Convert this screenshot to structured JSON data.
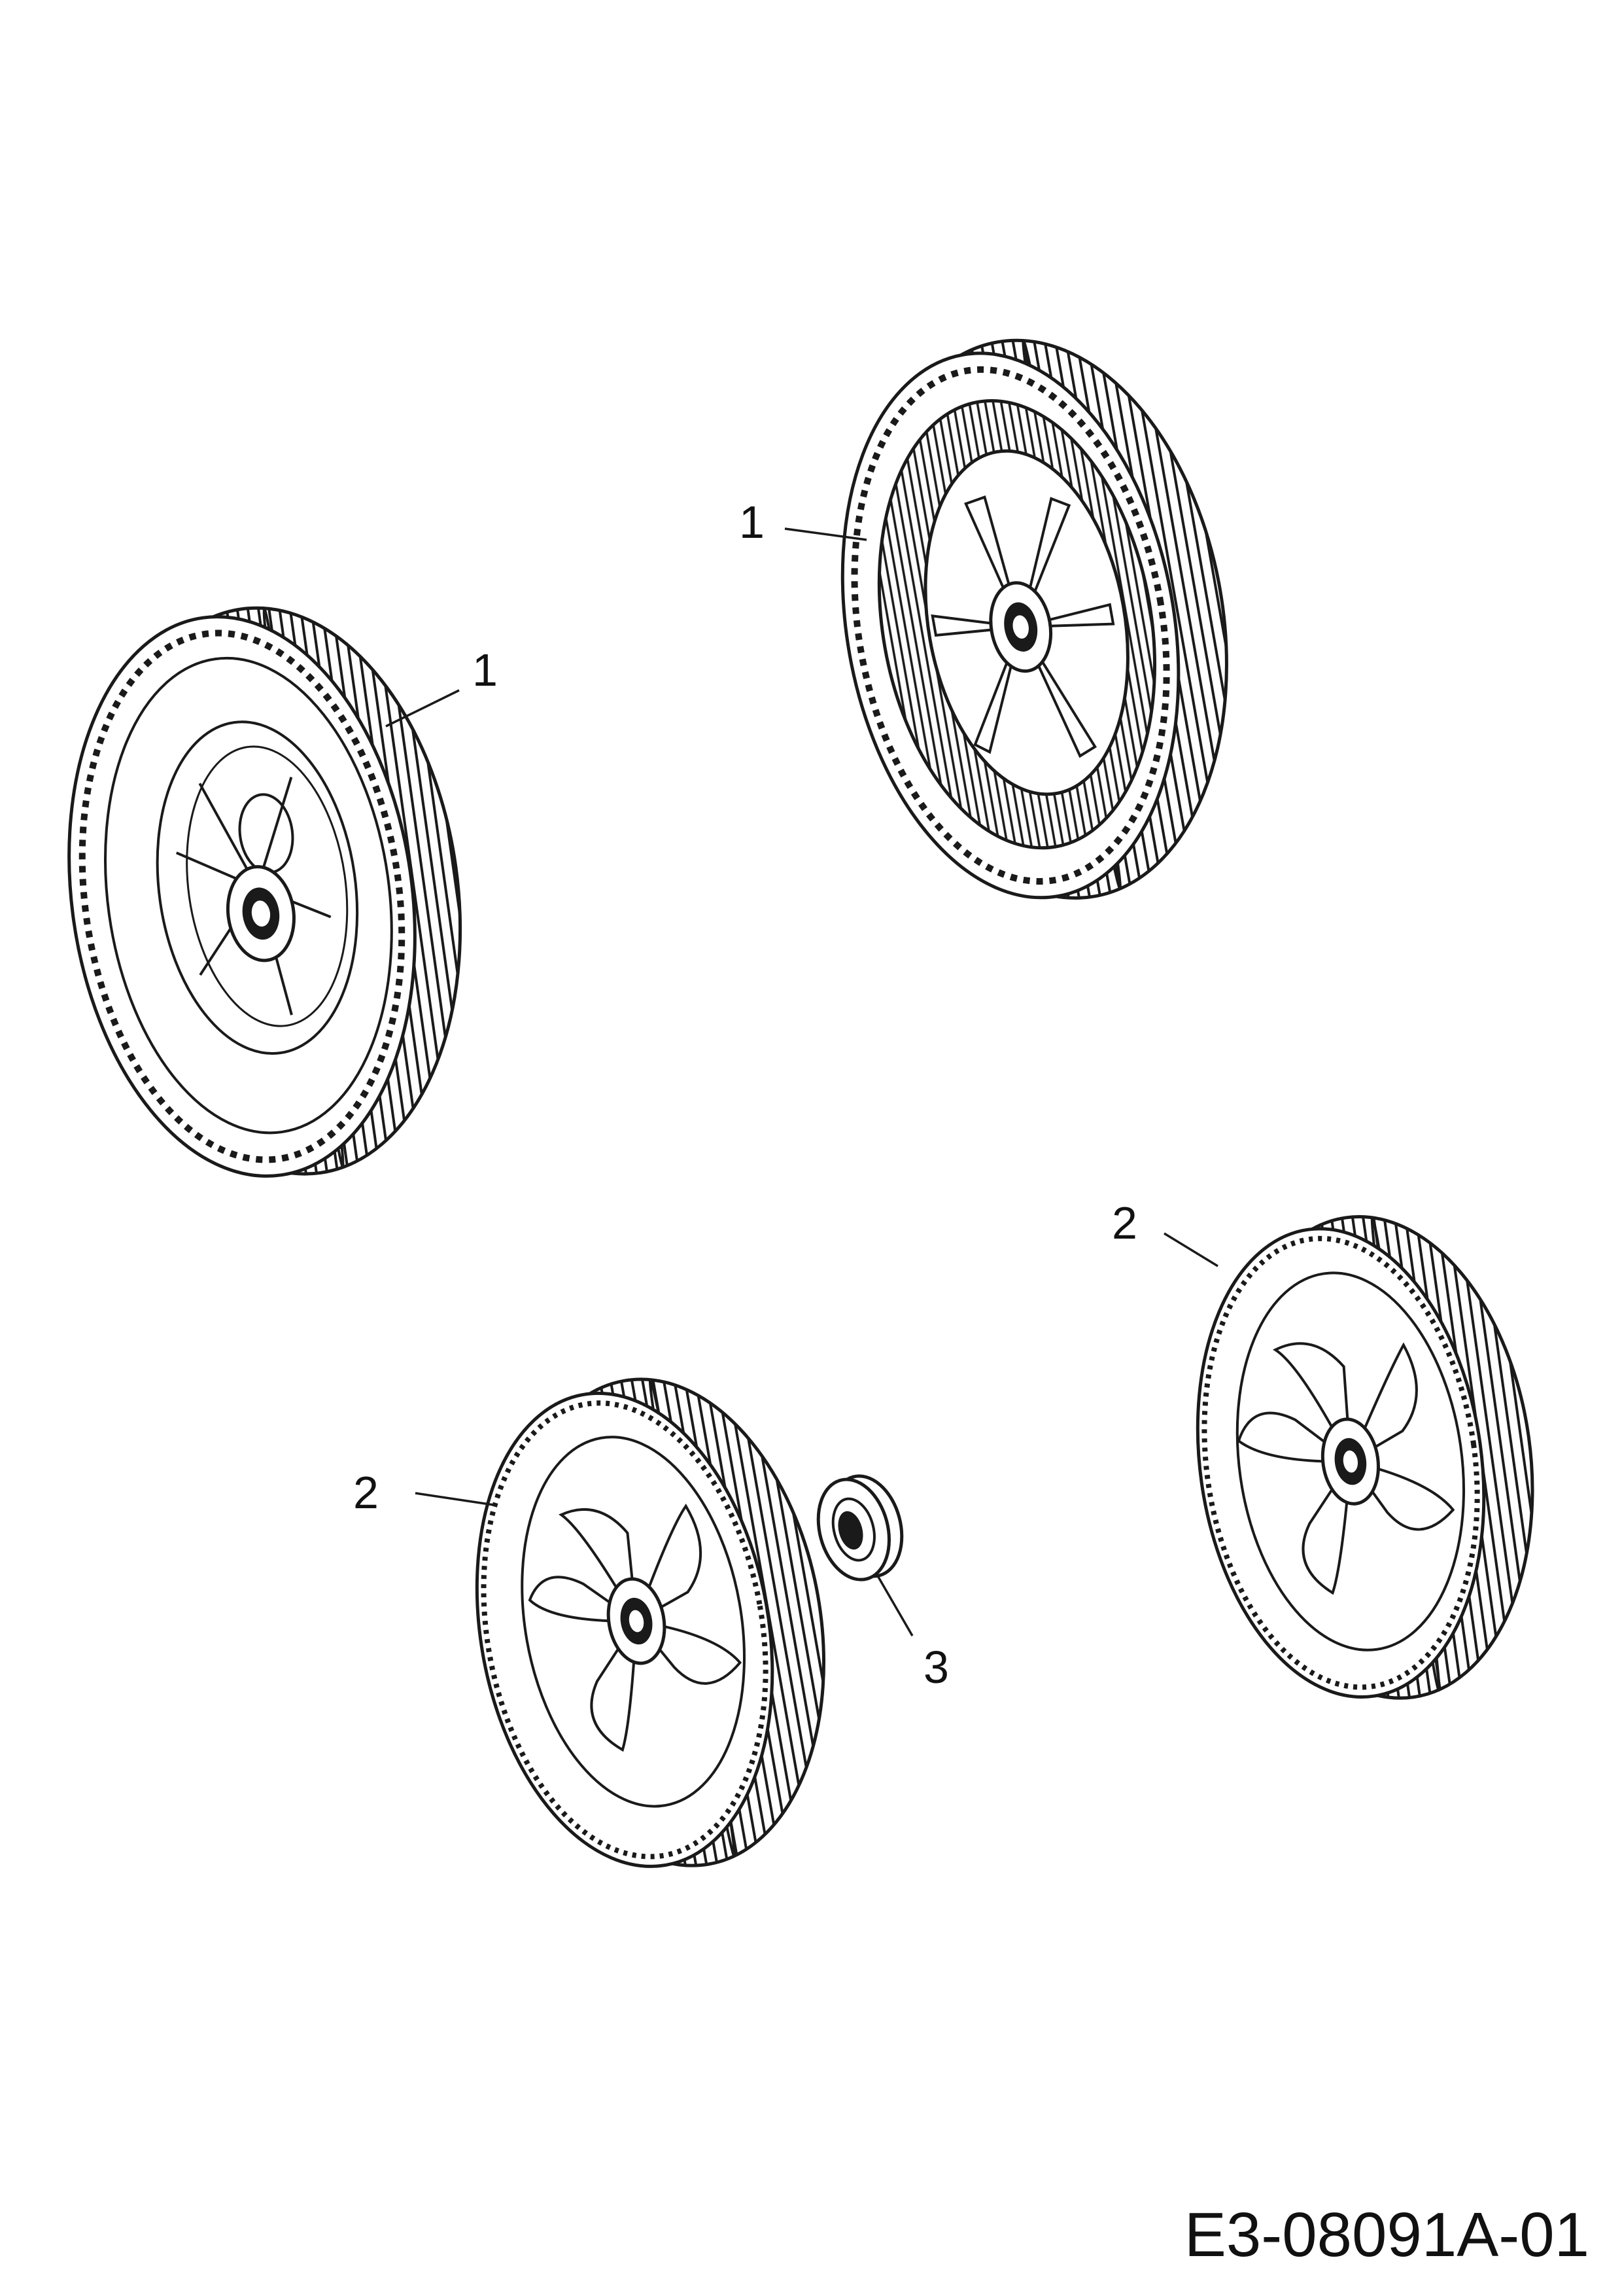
{
  "callouts": [
    {
      "id": "front-wheel-left",
      "number": "1"
    },
    {
      "id": "front-wheel-right",
      "number": "1"
    },
    {
      "id": "rear-wheel-right",
      "number": "2"
    },
    {
      "id": "rear-wheel-left",
      "number": "2"
    },
    {
      "id": "hub-cap",
      "number": "3"
    }
  ],
  "drawing_code": "E3-08091A-01",
  "colors": {
    "ink": "#1a1a1a",
    "background": "#ffffff"
  }
}
